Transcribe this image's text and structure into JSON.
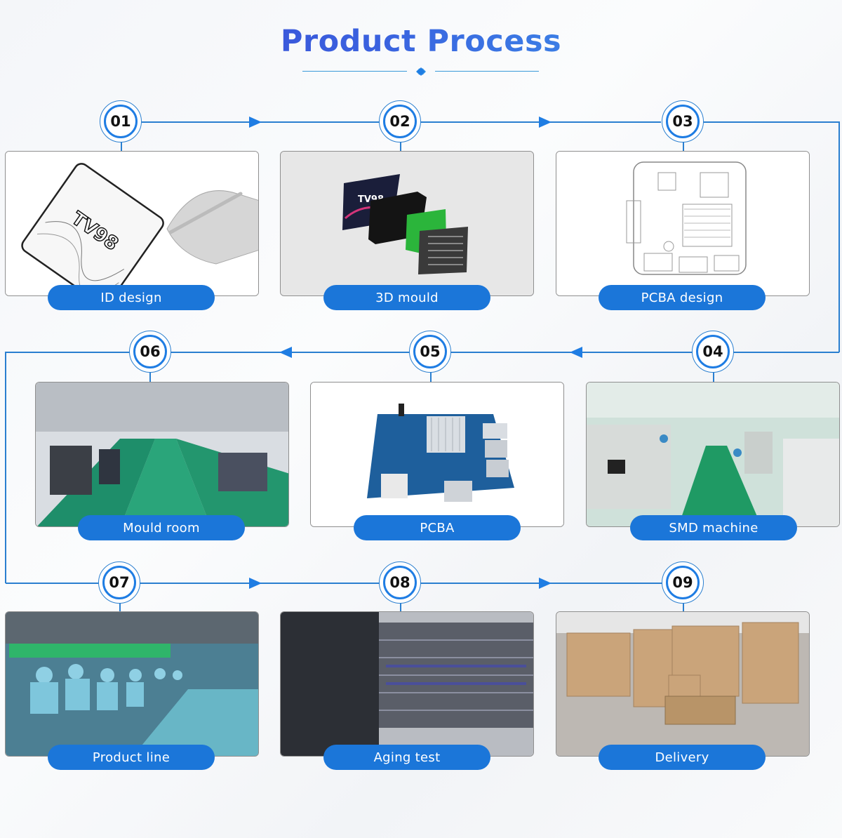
{
  "header": {
    "title": "Product Process",
    "divider_icon": "double-diamond-icon"
  },
  "colors": {
    "accent": "#1b76d9",
    "line": "#2a7fd0",
    "title_start": "#3a3fd0",
    "title_end": "#3da7ee"
  },
  "steps": [
    {
      "number": "01",
      "label": "ID design",
      "image": "tv-box-sketch-with-hand-drawing"
    },
    {
      "number": "02",
      "label": "3D mould",
      "image": "exploded-tv-box-3d-render"
    },
    {
      "number": "03",
      "label": "PCBA design",
      "image": "pcb-line-drawing"
    },
    {
      "number": "04",
      "label": "SMD machine",
      "image": "smd-factory-floor"
    },
    {
      "number": "05",
      "label": "PCBA",
      "image": "blue-circuit-board"
    },
    {
      "number": "06",
      "label": "Mould room",
      "image": "mould-workshop"
    },
    {
      "number": "07",
      "label": "Product line",
      "image": "assembly-line-workers"
    },
    {
      "number": "08",
      "label": "Aging test",
      "image": "aging-test-racks"
    },
    {
      "number": "09",
      "label": "Delivery",
      "image": "cardboard-box-pallets"
    }
  ]
}
